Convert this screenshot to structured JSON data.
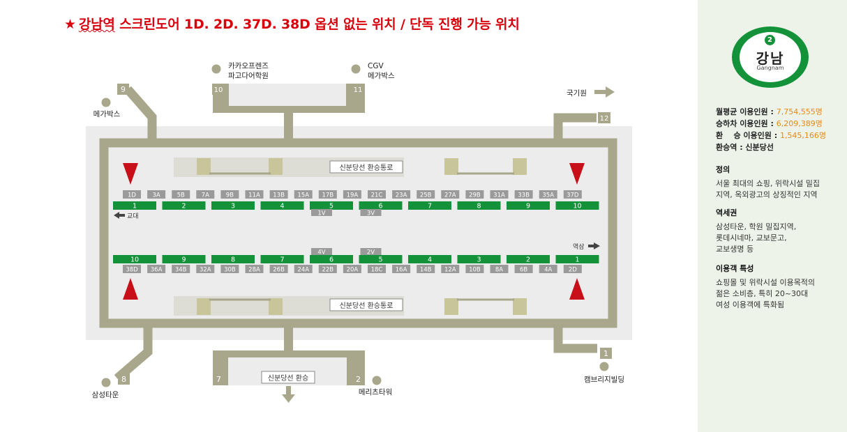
{
  "title": {
    "star": "★",
    "underlined": "강남역",
    "rest": " 스크린도어 1D. 2D. 37D. 38D 옵션 없는 위치 / 단독 진행 가능 위치"
  },
  "colors": {
    "title_red": "#d9000d",
    "corridor": "#a8a78b",
    "platform": "#ececec",
    "door_green": "#139239",
    "door_gray": "#9a9a9a",
    "marker_red": "#c8101a",
    "highlight_orange": "#e58a17",
    "side_bg": "#eef3ea"
  },
  "exits": {
    "e1": {
      "num": "1",
      "label": "캠브리지빌딩"
    },
    "e2": {
      "num": "2",
      "label": "메리츠타워"
    },
    "e7": {
      "num": "7"
    },
    "e8": {
      "num": "8",
      "label": "삼성타운"
    },
    "e9": {
      "num": "9",
      "label": "메가박스"
    },
    "e10": {
      "num": "10",
      "label1": "카카오프렌즈",
      "label2": "파고다어학원"
    },
    "e11": {
      "num": "11",
      "label1": "CGV",
      "label2": "메가박스"
    },
    "e12": {
      "num": "12",
      "label": "국기원"
    }
  },
  "transfer_label": "신분당선 환승통로",
  "bottom_transfer": "신분당선 환승",
  "direction": {
    "top": "교대",
    "bottom": "역삼"
  },
  "top_doors": [
    "1D",
    "3A",
    "5B",
    "7A",
    "9B",
    "11A",
    "13B",
    "15A",
    "17B",
    "19A",
    "21C",
    "23A",
    "25B",
    "27A",
    "29B",
    "31A",
    "33B",
    "35A",
    "37D"
  ],
  "top_cars": [
    "1",
    "2",
    "3",
    "4",
    "5",
    "6",
    "7",
    "8",
    "9",
    "10"
  ],
  "top_v": [
    "1V",
    "3V"
  ],
  "bottom_v": [
    "4V",
    "2V"
  ],
  "bottom_cars": [
    "10",
    "9",
    "8",
    "7",
    "6",
    "5",
    "4",
    "3",
    "2",
    "1"
  ],
  "bottom_doors": [
    "38D",
    "36A",
    "34B",
    "32A",
    "30B",
    "28A",
    "26B",
    "24A",
    "22B",
    "20A",
    "18C",
    "16A",
    "14B",
    "12A",
    "10B",
    "8A",
    "6B",
    "4A",
    "2D"
  ],
  "station": {
    "line_num": "2",
    "name": "강남",
    "name_en": "Gangnam"
  },
  "stats": [
    {
      "label": "월평균 이용인원 : ",
      "value": "7,754,555명"
    },
    {
      "label": "승하차 이용인원 : ",
      "value": "6,209,389명"
    },
    {
      "label": "환    승 이용인원 : ",
      "value": "1,545,166명"
    },
    {
      "label": "환승역 : 신분당선",
      "value": ""
    }
  ],
  "definition": {
    "title": "정의",
    "lines": [
      "서울 최대의 쇼핑, 위락시설 밀집",
      "지역, 옥외광고의 상징적인 지역"
    ]
  },
  "area": {
    "title": "역세권",
    "lines": [
      "삼성타운, 학원 밀집지역,",
      "롯데시네마, 교보문고,",
      "교보생명 등"
    ]
  },
  "traits": {
    "title": "이용객 특성",
    "lines": [
      "쇼핑몰 및 위락시설 이용목적의",
      "젊은 소비층, 특히 20~30대",
      "여성 이용객에 특화됨"
    ]
  }
}
